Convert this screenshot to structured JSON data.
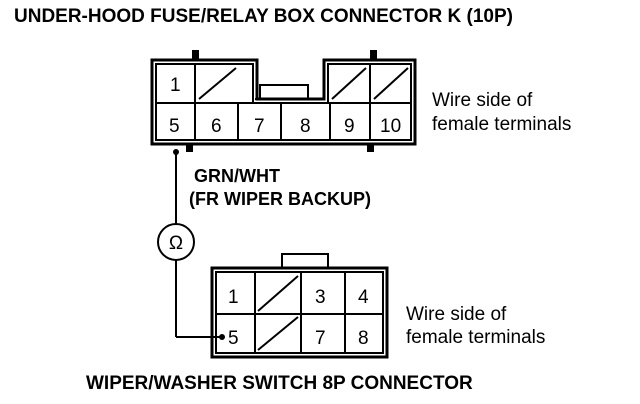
{
  "top_connector": {
    "title": "UNDER-HOOD FUSE/RELAY BOX CONNECTOR K (10P)",
    "pins_top": [
      "1",
      "",
      "",
      "",
      "",
      ""
    ],
    "pins_bottom": [
      "5",
      "6",
      "7",
      "8",
      "9",
      "10"
    ],
    "side_label_line1": "Wire side of",
    "side_label_line2": "female terminals"
  },
  "wire": {
    "color_label": "GRN/WHT",
    "circuit_label": "(FR WIPER BACKUP)",
    "meter_symbol": "Ω"
  },
  "bottom_connector": {
    "title": "WIPER/WASHER SWITCH 8P CONNECTOR",
    "pins_top": [
      "1",
      "",
      "3",
      "4"
    ],
    "pins_bottom": [
      "5",
      "",
      "7",
      "8"
    ],
    "side_label_line1": "Wire side of",
    "side_label_line2": "female terminals"
  }
}
